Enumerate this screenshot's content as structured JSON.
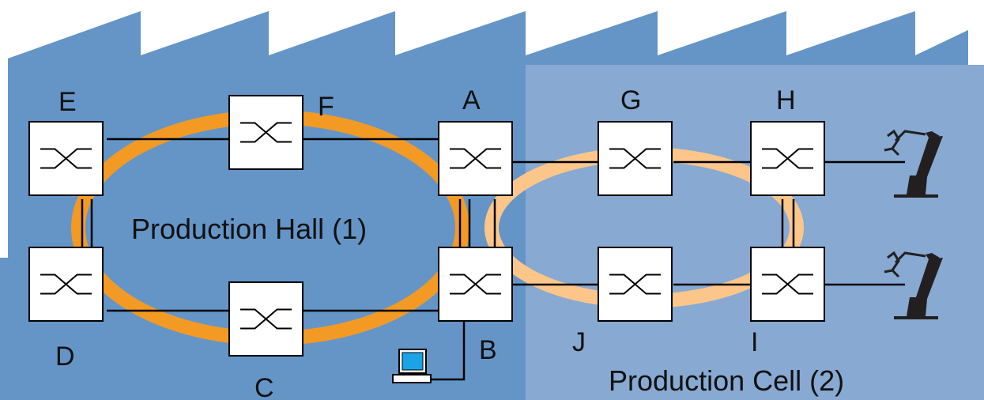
{
  "colors": {
    "hall_bg": "#6595c7",
    "cell_bg": "#87a9d2",
    "ring1": "#f39a25",
    "ring2": "#fcc68a",
    "robot": "#231f20",
    "pc_screen": "#1aa3e6"
  },
  "areas": {
    "hall_label": "Production Hall (1)",
    "cell_label": "Production Cell (2)"
  },
  "switches": {
    "A": "A",
    "B": "B",
    "C": "C",
    "D": "D",
    "E": "E",
    "F": "F",
    "G": "G",
    "H": "H",
    "I": "I",
    "J": "J"
  },
  "devices": {
    "robot_icon": "robot-arm-icon",
    "pc_icon": "computer-icon",
    "switch_icon": "switch-icon"
  }
}
